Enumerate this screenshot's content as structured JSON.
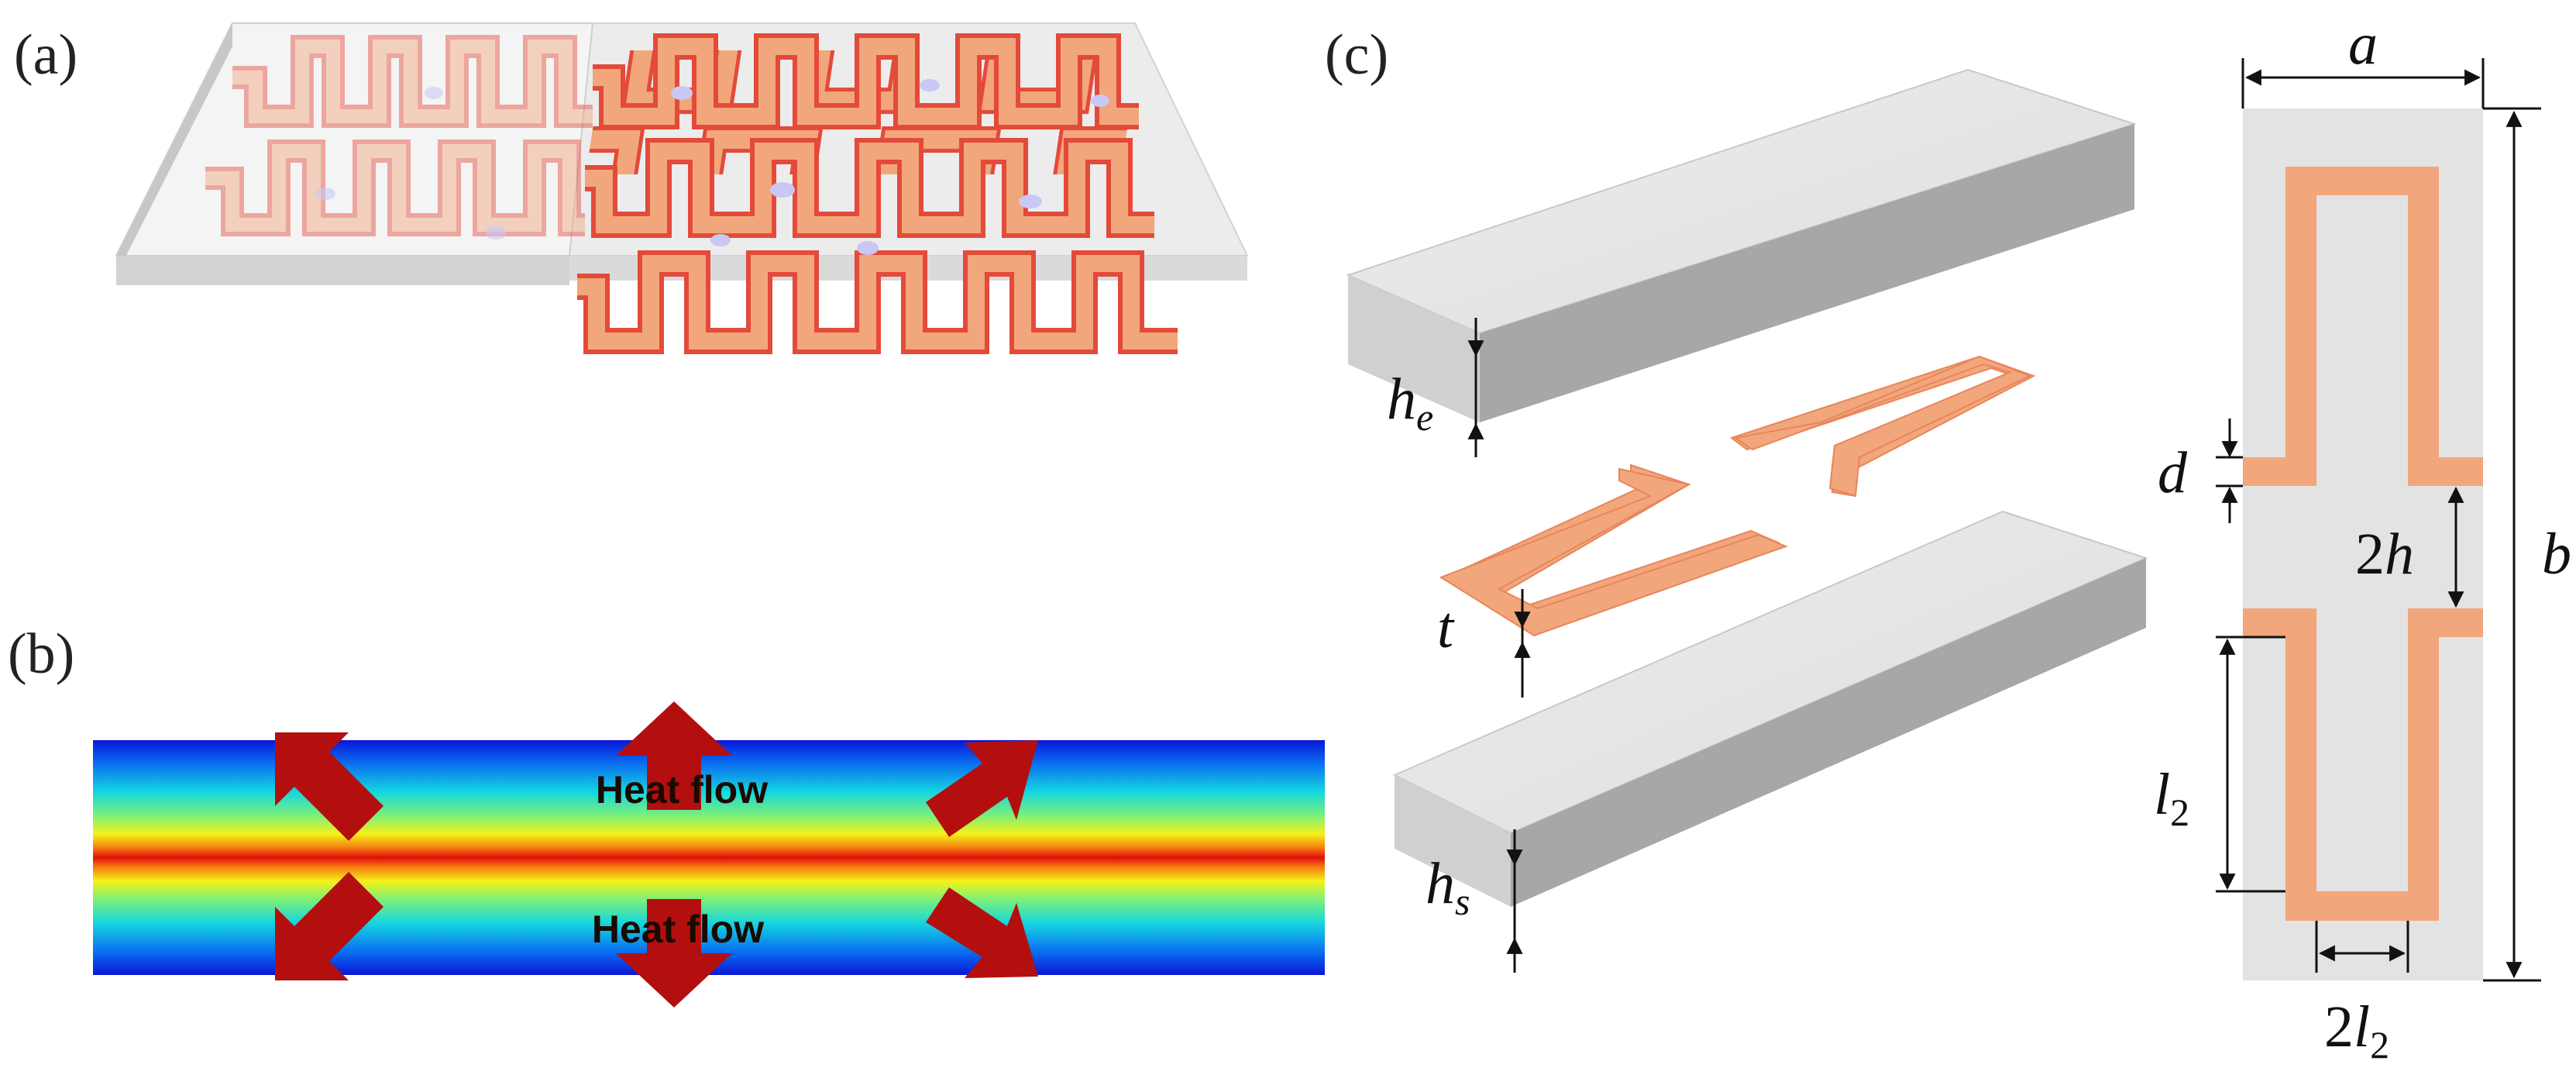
{
  "panels": {
    "a": {
      "label": "(a)"
    },
    "b": {
      "label": "(b)",
      "heat_flow_top": "Heat flow",
      "heat_flow_bottom": "Heat flow"
    },
    "c": {
      "label": "(c)",
      "dims": {
        "he_main": "h",
        "he_sub": "e",
        "t": "t",
        "hs_main": "h",
        "hs_sub": "s",
        "a": "a",
        "b": "b",
        "d": "d",
        "two_h_num": "2",
        "two_h_var": "h",
        "l2_main": "l",
        "l2_sub": "2",
        "two_l2_num": "2",
        "two_l2_var": "l",
        "two_l2_sub": "2"
      }
    }
  },
  "colors": {
    "copper": "#f2a67c",
    "copper_edge": "#e34a3a",
    "substrate": "#e3e3e3",
    "slab_top": "#e6e6e6",
    "slab_side": "#a8a8a8",
    "arrow": "#b30f0f",
    "dot": "#c9c8f4"
  }
}
